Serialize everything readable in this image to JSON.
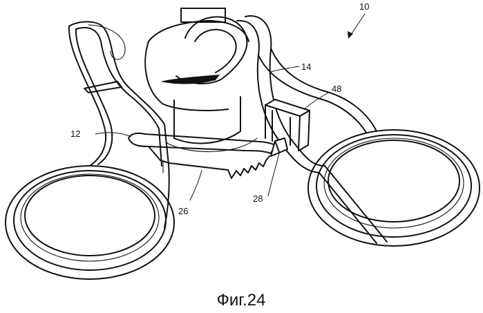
{
  "figure": {
    "caption": "Фиг.24",
    "labels": {
      "assembly": "10",
      "body_part": "14",
      "clip": "48",
      "left_arm": "12",
      "rack_arm": "26",
      "pawl": "28"
    }
  }
}
